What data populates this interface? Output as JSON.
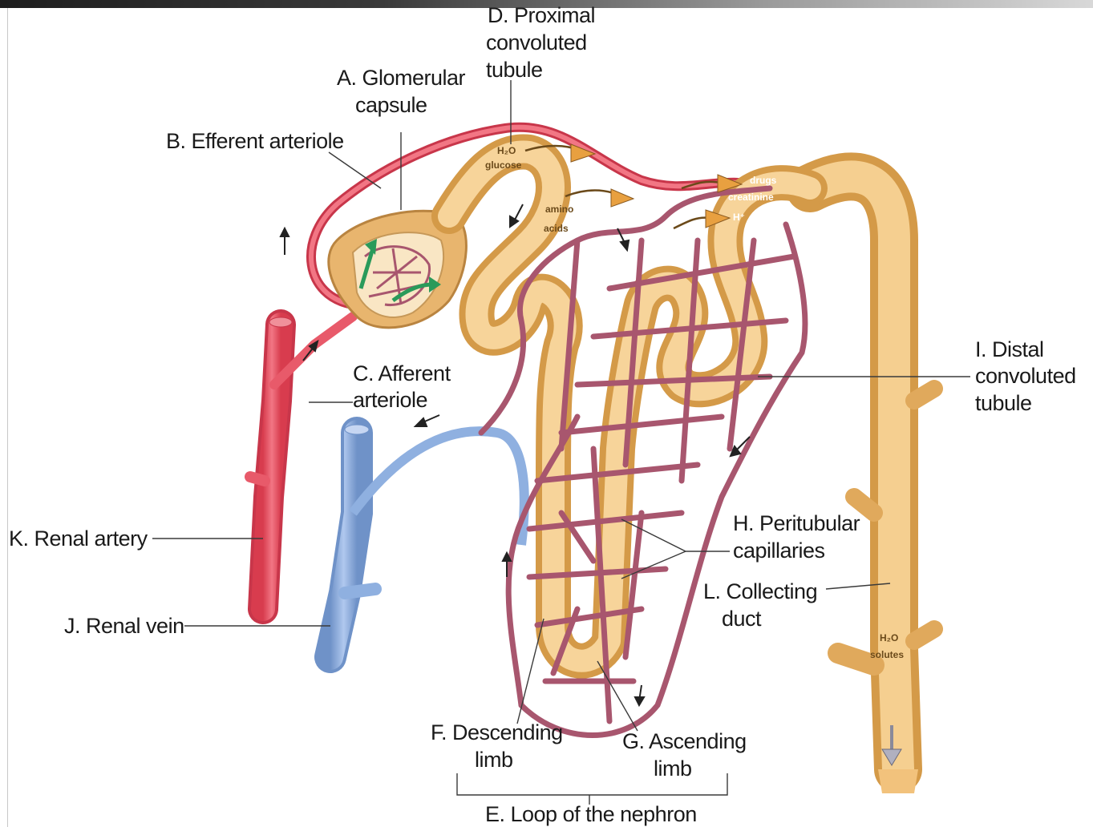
{
  "labels": {
    "proximal": [
      "D. Proximal",
      "convoluted",
      "tubule"
    ],
    "glomerular": [
      "A. Glomerular",
      "capsule"
    ],
    "efferent": "B. Efferent arteriole",
    "afferent": [
      "C. Afferent",
      "arteriole"
    ],
    "distal": [
      "I. Distal",
      "convoluted",
      "tubule"
    ],
    "peritubular": [
      "H. Peritubular",
      "capillaries"
    ],
    "collecting": [
      "L. Collecting",
      "duct"
    ],
    "renal_artery": "K. Renal artery",
    "renal_vein": "J. Renal vein",
    "descending": [
      "F. Descending",
      "limb"
    ],
    "ascending": [
      "G. Ascending",
      "limb"
    ],
    "loop": "E. Loop of the nephron"
  },
  "annotations": {
    "h2o_glucose": [
      "H₂O",
      "glucose"
    ],
    "amino_acids": [
      "amino",
      "acids"
    ],
    "drugs_creatinine": [
      "drugs",
      "creatinine"
    ],
    "h_ion": "H⁺",
    "h2o_solutes": [
      "H₂O",
      "solutes"
    ]
  },
  "colors": {
    "tubule": "#f2c27c",
    "tubule_dark": "#d49a48",
    "artery": "#e85a6a",
    "vein": "#8fb0e0",
    "capillary": "#a8566e",
    "flow_arrow": "#2a9a5a",
    "secretion_arrow": "#e8a040"
  }
}
